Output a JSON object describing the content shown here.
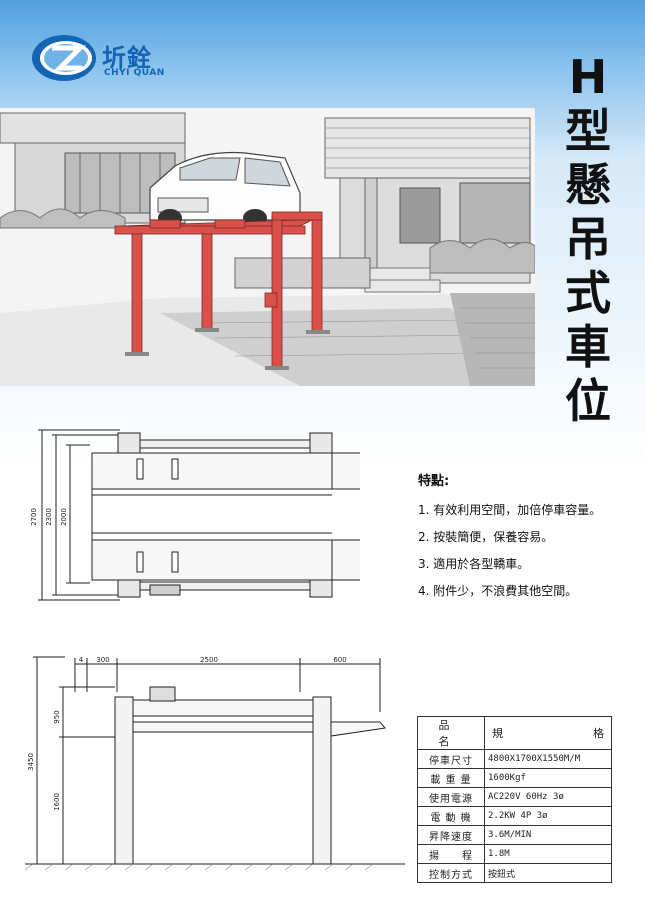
{
  "brand": {
    "name_cn": "圻銓",
    "name_en": "CHYI QUAN"
  },
  "title_chars": [
    "H",
    "型",
    "懸",
    "吊",
    "式",
    "車",
    "位"
  ],
  "features": {
    "title": "特點:",
    "items": [
      "1. 有效利用空間，加倍停車容量。",
      "2. 按裝簡便，保養容易。",
      "3. 適用於各型轎車。",
      "4. 附件少，不浪費其他空間。"
    ]
  },
  "top_view": {
    "dims": [
      "2700",
      "2300",
      "2000"
    ]
  },
  "side_view": {
    "dims_top": [
      "4",
      "300",
      "2500",
      "600"
    ],
    "dims_left": [
      "950",
      "1600",
      "3450"
    ]
  },
  "spec_table": {
    "header": {
      "k": "品　名",
      "v_left": "規",
      "v_right": "格"
    },
    "rows": [
      {
        "k": "停車尺寸",
        "v": "4800X1700X1550M/M"
      },
      {
        "k": "載 重 量",
        "v": "1600Kgf"
      },
      {
        "k": "使用電源",
        "v": "AC220V 60Hz 3ø"
      },
      {
        "k": "電 動 機",
        "v": "2.2KW 4P 3ø"
      },
      {
        "k": "昇降速度",
        "v": "3.6M/MIN"
      },
      {
        "k": "揚　　程",
        "v": "1.8M"
      },
      {
        "k": "控制方式",
        "v": "按鈕式"
      }
    ]
  },
  "colors": {
    "brand_blue": "#1464b4",
    "lift_red": "#d9514a"
  }
}
